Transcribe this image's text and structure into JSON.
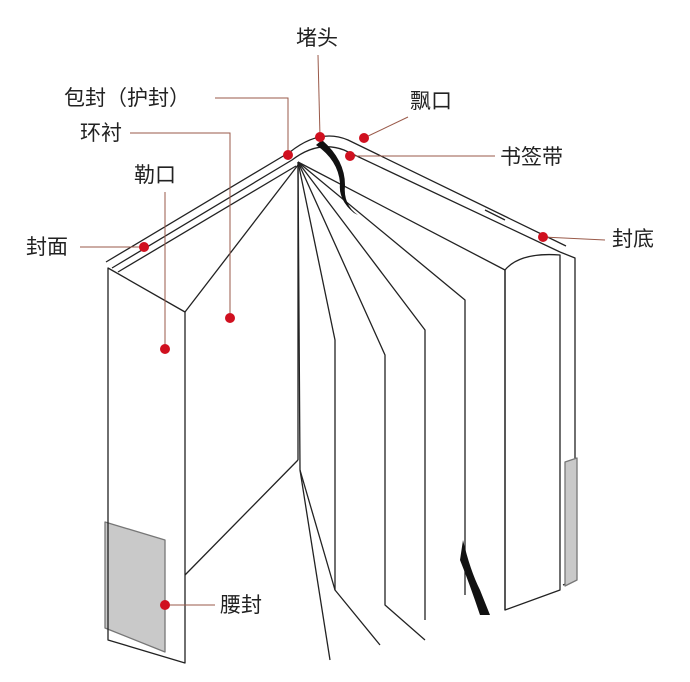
{
  "title": "书籍结构示意图",
  "labels": {
    "headband": "堵头",
    "jacket": "包封（护封）",
    "endpaper": "环衬",
    "flap": "勒口",
    "front_cover": "封面",
    "overhang": "飘口",
    "ribbon": "书签带",
    "back_cover": "封底",
    "belly_band": "腰封"
  },
  "colors": {
    "marker": "#d0101f",
    "leader": "#9a5a4a",
    "band": "#c9c9c9",
    "ribbon": "#111111"
  }
}
